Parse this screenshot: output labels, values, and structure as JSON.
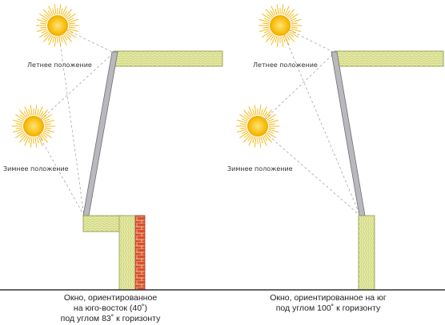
{
  "labels": {
    "summer_left": "Летнее положение",
    "winter_left": "Зимнее положение",
    "summer_right": "Летнее положение",
    "winter_right": "Зимнее положение"
  },
  "captions": {
    "left": [
      "Окно, ориентированное",
      "на юго-восток (40˚)",
      "под углом 83˚ к горизонту"
    ],
    "right": [
      "Окно, ориентированное на юг",
      "под углом 100˚ к горизонту"
    ]
  },
  "colors": {
    "sun": "#f8c012",
    "sun_ray": "#f5b400",
    "sun_center": "#fbd348",
    "insulation": "#e8eda6",
    "insulation_line": "#a9b35a",
    "brick": "#d8512e",
    "glass": "#b9b9bd",
    "dashed": "#9a9a9a",
    "ground": "#333333"
  }
}
